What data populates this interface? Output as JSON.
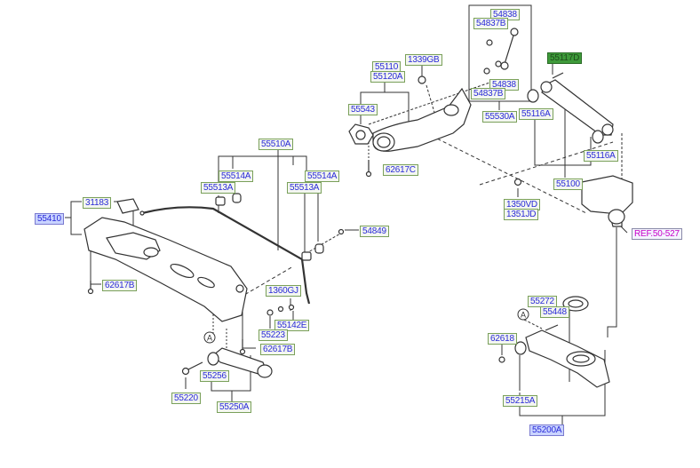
{
  "diagram": {
    "colors": {
      "label_text": "#2a2ad8",
      "label_border": "#7aa05a",
      "selected_fill": "#3e9a3a",
      "ref_text": "#c800c8",
      "line": "#333333"
    },
    "labels": {
      "p54838_top": "54838",
      "p54837B_top": "54837B",
      "p1339GB": "1339GB",
      "p55110": "55110",
      "p55120A": "55120A",
      "p54838_bot": "54838",
      "p54837B_bot": "54837B",
      "p55543": "55543",
      "p55530A": "55530A",
      "p55117D": "55117D",
      "p55116A_left": "55116A",
      "p55116A_right": "55116A",
      "p62617C": "62617C",
      "p55100": "55100",
      "p1350VD": "1350VD",
      "p1351JD": "1351JD",
      "ref_50_527": "REF.50-527",
      "p55510A": "55510A",
      "p55514A_left": "55514A",
      "p55513A_left": "55513A",
      "p55514A_right": "55514A",
      "p55513A_right": "55513A",
      "p31183": "31183",
      "p55410": "55410",
      "p54849": "54849",
      "p62617B_left": "62617B",
      "p1360GJ": "1360GJ",
      "p55142E": "55142E",
      "p55223": "55223",
      "p62617B_mid": "62617B",
      "p55256": "55256",
      "p55220": "55220",
      "p55250A": "55250A",
      "p55272": "55272",
      "p55448": "55448",
      "p62618": "62618",
      "p55215A": "55215A",
      "p55200A": "55200A",
      "callout_a": "A"
    }
  }
}
